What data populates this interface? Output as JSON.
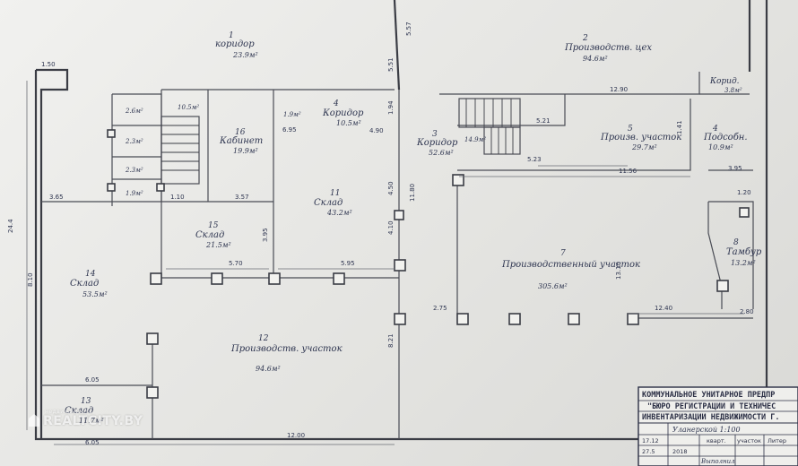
{
  "rooms": [
    {
      "id": "corridor-1",
      "num": "1",
      "name": "коридор",
      "area": "23.9м²"
    },
    {
      "id": "production-2",
      "num": "2",
      "name": "Производств. цех",
      "area": "94.6м²"
    },
    {
      "id": "corridor-3",
      "num": "3",
      "name": "Коридор",
      "area": "52.6м²"
    },
    {
      "id": "corridor-4",
      "num": "4",
      "name": "Коридор",
      "area": "10.5м²"
    },
    {
      "id": "production-5",
      "num": "5",
      "name": "Произв. участок",
      "area": "29.7м²"
    },
    {
      "id": "storage-6",
      "num": "4",
      "name": "Подсобн.",
      "area": "10.9м²"
    },
    {
      "id": "production-7",
      "num": "7",
      "name": "Производственный участок",
      "area": "305.6м²"
    },
    {
      "id": "vestibule-8",
      "num": "8",
      "name": "Тамбур",
      "area": "13.2м²"
    },
    {
      "id": "storage-11",
      "num": "11",
      "name": "Склад",
      "area": "43.2м²"
    },
    {
      "id": "production-12",
      "num": "12",
      "name": "Производств. участок",
      "area": "94.6м²"
    },
    {
      "id": "storage-13",
      "num": "13",
      "name": "Склад",
      "area": "11.7м²"
    },
    {
      "id": "storage-14",
      "num": "14",
      "name": "Склад",
      "area": "53.5м²"
    },
    {
      "id": "storage-15",
      "num": "15",
      "name": "Склад",
      "area": "21.5м²"
    },
    {
      "id": "office-16",
      "num": "16",
      "name": "Кабинет",
      "area": "19.9м²"
    },
    {
      "id": "corridor-small",
      "num": "",
      "name": "Корид.",
      "area": "3.8м²"
    }
  ],
  "small_areas": [
    "10.5м²",
    "2.6м²",
    "2.3м²",
    "2.3м²",
    "1.9м²",
    "1.9м²",
    "14.9м²"
  ],
  "dimensions": [
    "1.50",
    "3.65",
    "8.10",
    "5.95",
    "5.70",
    "3.57",
    "6.95",
    "6.05",
    "12.00",
    "11.80",
    "5.51",
    "5.57",
    "4.90",
    "4.50",
    "1.94",
    "5.21",
    "5.23",
    "11.56",
    "12.90",
    "1.41",
    "3.95",
    "1.20",
    "2.80",
    "12.40",
    "2.75",
    "13.10",
    "6.05",
    "8.21",
    "3.95",
    "1.10",
    "4.10",
    "24.4"
  ],
  "stamp": {
    "line1": "КОММУНАЛЬНОЕ УНИТАРНОЕ ПРЕДПР",
    "line2": "\"БЮРО РЕГИСТРАЦИИ И ТЕХНИЧЕС",
    "line3": "ИНВЕНТАРИЗАЦИИ НЕДВИЖИМОСТИ Г.",
    "street": "Уланерской 1:100",
    "col_1": "кварт.",
    "col_2": "участок",
    "col_3": "Литер",
    "row_a": "17.12",
    "row_b": "27.5",
    "row_c": "2018",
    "footer": "Выполнил"
  },
  "watermark": {
    "brand": "REALTCITY.BY",
    "tag": "недвижимость"
  }
}
